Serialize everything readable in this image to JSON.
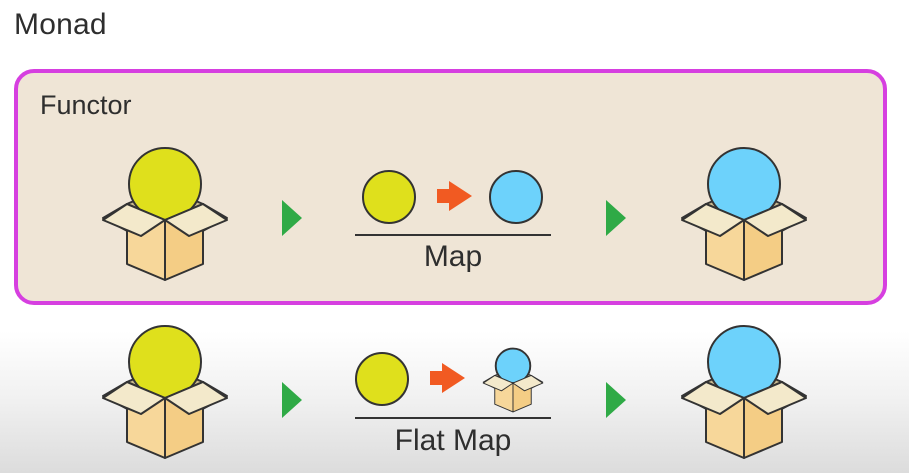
{
  "title": "Monad",
  "functor": {
    "label": "Functor",
    "caption": "Map"
  },
  "monad": {
    "caption": "Flat Map"
  },
  "colors": {
    "frame_border": "#d63fe0",
    "frame_fill": "#efe5d6",
    "yellow_ball": "#dfe01c",
    "blue_ball": "#6dd2fb",
    "green_arrow": "#2faa46",
    "orange_arrow": "#f15a22",
    "box_fill": "#f7d79a",
    "box_flap": "#eae0c2"
  },
  "icons": {
    "box": "open-box-icon",
    "play": "play-triangle-icon",
    "right_arrow": "right-arrow-icon"
  }
}
